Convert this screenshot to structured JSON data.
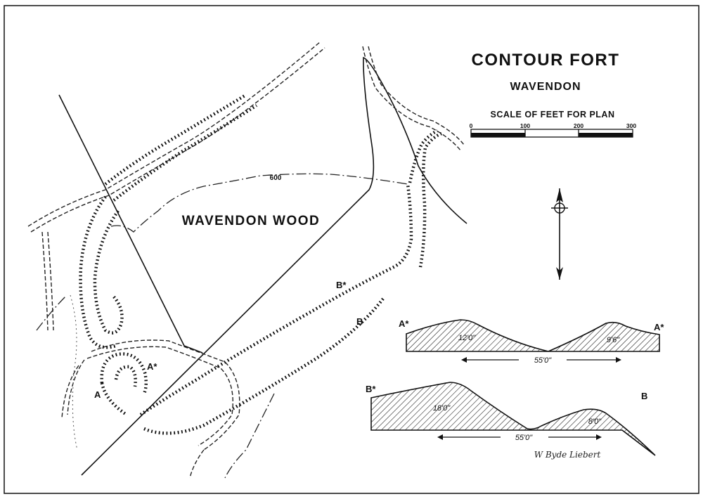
{
  "title": "CONTOUR FORT",
  "subtitle": "WAVENDON",
  "scale": {
    "label": "SCALE OF FEET FOR PLAN",
    "ticks": [
      "0",
      "100",
      "200",
      "300"
    ]
  },
  "map": {
    "wood_label": "WAVENDON WOOD",
    "contour_label": "600",
    "section_labels": {
      "a": "A",
      "a_star": "A*",
      "b": "B",
      "b_star": "B*"
    }
  },
  "sections": {
    "a": {
      "left": "A*",
      "right": "A*",
      "bank_left": "12'0\"",
      "bank_right": "9'6\"",
      "span": "55'0\""
    },
    "b": {
      "left": "B*",
      "right": "B",
      "bank_left": "18'0\"",
      "bank_right": "8'0\"",
      "span": "55'0\""
    }
  },
  "signature": "W Byde Liebert"
}
